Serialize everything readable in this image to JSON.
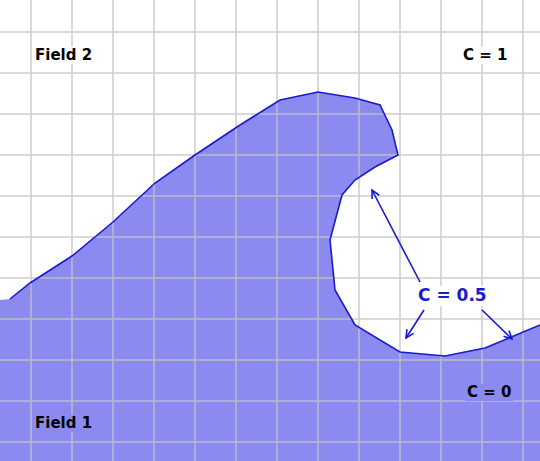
{
  "diagram": {
    "labels": [
      "Field 2",
      "C = 1",
      "C = 0.5",
      "C = 0",
      "Field 1"
    ]
  }
}
